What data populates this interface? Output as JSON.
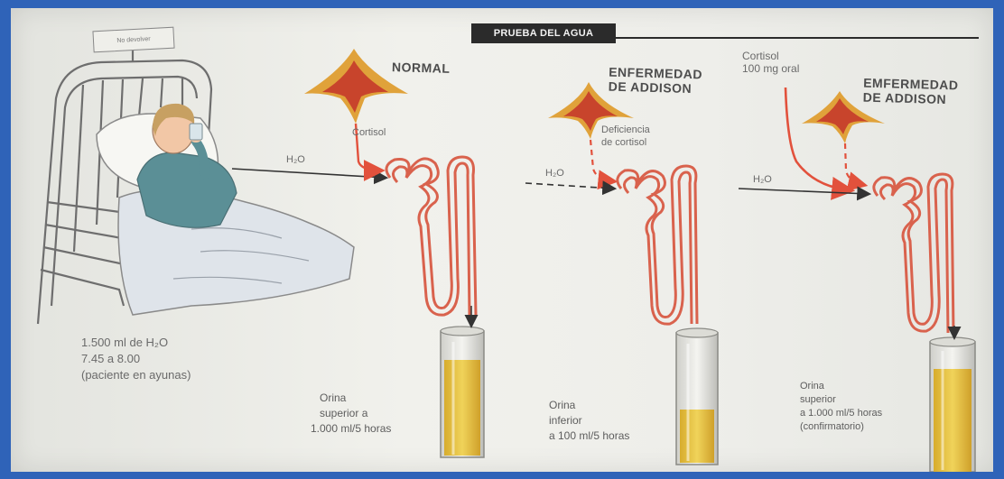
{
  "title": "PRUEBA DEL AGUA",
  "patient": {
    "sign": "No devolver",
    "notes": [
      "1.500 ml de H₂O",
      "7.45 a 8.00",
      "(paciente en ayunas)"
    ]
  },
  "panels": [
    {
      "heading": [
        "NORMAL"
      ],
      "label": [
        "Cortisol"
      ],
      "water": "H₂O",
      "result": [
        "Orina",
        "superior a",
        "1.000 ml/5 horas"
      ]
    },
    {
      "heading": [
        "ENFERMEDAD",
        "DE ADDISON"
      ],
      "label": [
        "Deficiencia",
        "de cortisol"
      ],
      "water": "H₂O",
      "result": [
        "Orina",
        "inferior",
        "a 100 ml/5 horas"
      ]
    },
    {
      "heading": [
        "EMFERMEDAD",
        "DE ADDISON"
      ],
      "label": [
        "Cortisol",
        "100 mg oral"
      ],
      "water": "H₂O",
      "result": [
        "Orina",
        "superior",
        "a 1.000 ml/5 horas",
        "(confirmatorio)"
      ]
    }
  ],
  "colors": {
    "gland_outer": "#e0a23a",
    "gland_inner": "#c8442c",
    "nephron": "#d9624d",
    "arrow": "#e2513c",
    "urine": "#e8c443",
    "frame": "#2f63b8"
  },
  "icons": [
    "hospital-bed-icon",
    "patient-drinking-icon",
    "adrenal-gland-icon",
    "nephron-icon",
    "graduated-cylinder-icon"
  ]
}
